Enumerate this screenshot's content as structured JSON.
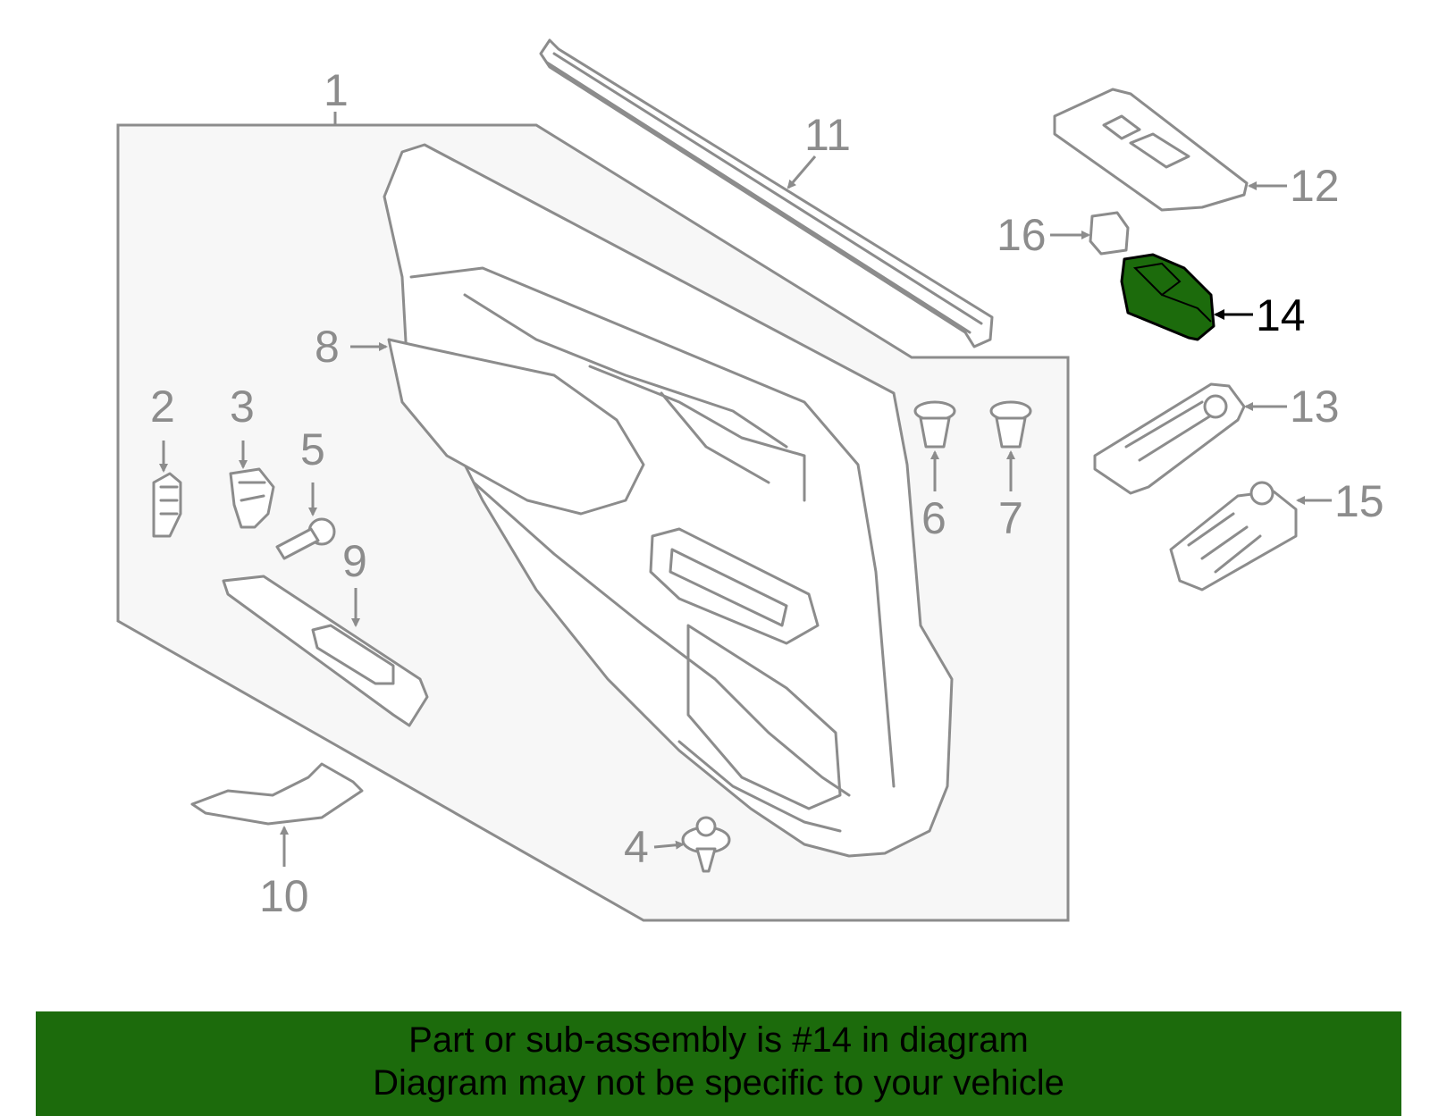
{
  "diagram": {
    "callouts": [
      {
        "id": "1",
        "label": "1"
      },
      {
        "id": "2",
        "label": "2"
      },
      {
        "id": "3",
        "label": "3"
      },
      {
        "id": "4",
        "label": "4"
      },
      {
        "id": "5",
        "label": "5"
      },
      {
        "id": "6",
        "label": "6"
      },
      {
        "id": "7",
        "label": "7"
      },
      {
        "id": "8",
        "label": "8"
      },
      {
        "id": "9",
        "label": "9"
      },
      {
        "id": "10",
        "label": "10"
      },
      {
        "id": "11",
        "label": "11"
      },
      {
        "id": "12",
        "label": "12"
      },
      {
        "id": "13",
        "label": "13"
      },
      {
        "id": "14",
        "label": "14"
      },
      {
        "id": "15",
        "label": "15"
      },
      {
        "id": "16",
        "label": "16"
      }
    ],
    "highlighted_part": "14",
    "colors": {
      "line": "#8c8c8c",
      "highlight_fill": "#1c6b0c",
      "highlight_text": "#000000",
      "panel_fill": "#f7f7f7",
      "banner": "#1c6b0c"
    }
  },
  "banner": {
    "line1": "Part or sub-assembly is #14 in diagram",
    "line2": "Diagram may not be specific to your vehicle"
  }
}
